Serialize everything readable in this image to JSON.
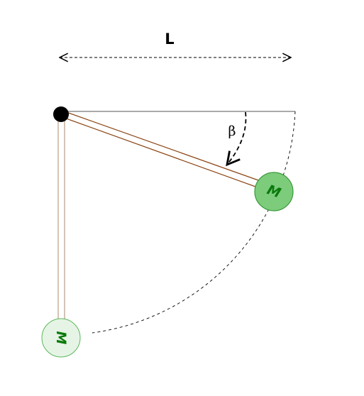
{
  "diagram": {
    "length_label": "L",
    "angle_label": "β",
    "mass_label_swung": "M",
    "mass_label_hanging": "M"
  },
  "colors": {
    "rod": "#8b4513",
    "rod_hanging": "#a88a6e",
    "mass_swung_fill": "#7ccc7c",
    "mass_swung_stroke": "#3a9a3a",
    "mass_hanging_fill": "#e6f4e6",
    "mass_hanging_stroke": "#5cb85c",
    "mass_text": "#0a7a0a",
    "line": "#000000"
  },
  "icons": {
    "pivot": "filled-circle",
    "arrow": "open-arrowhead"
  }
}
